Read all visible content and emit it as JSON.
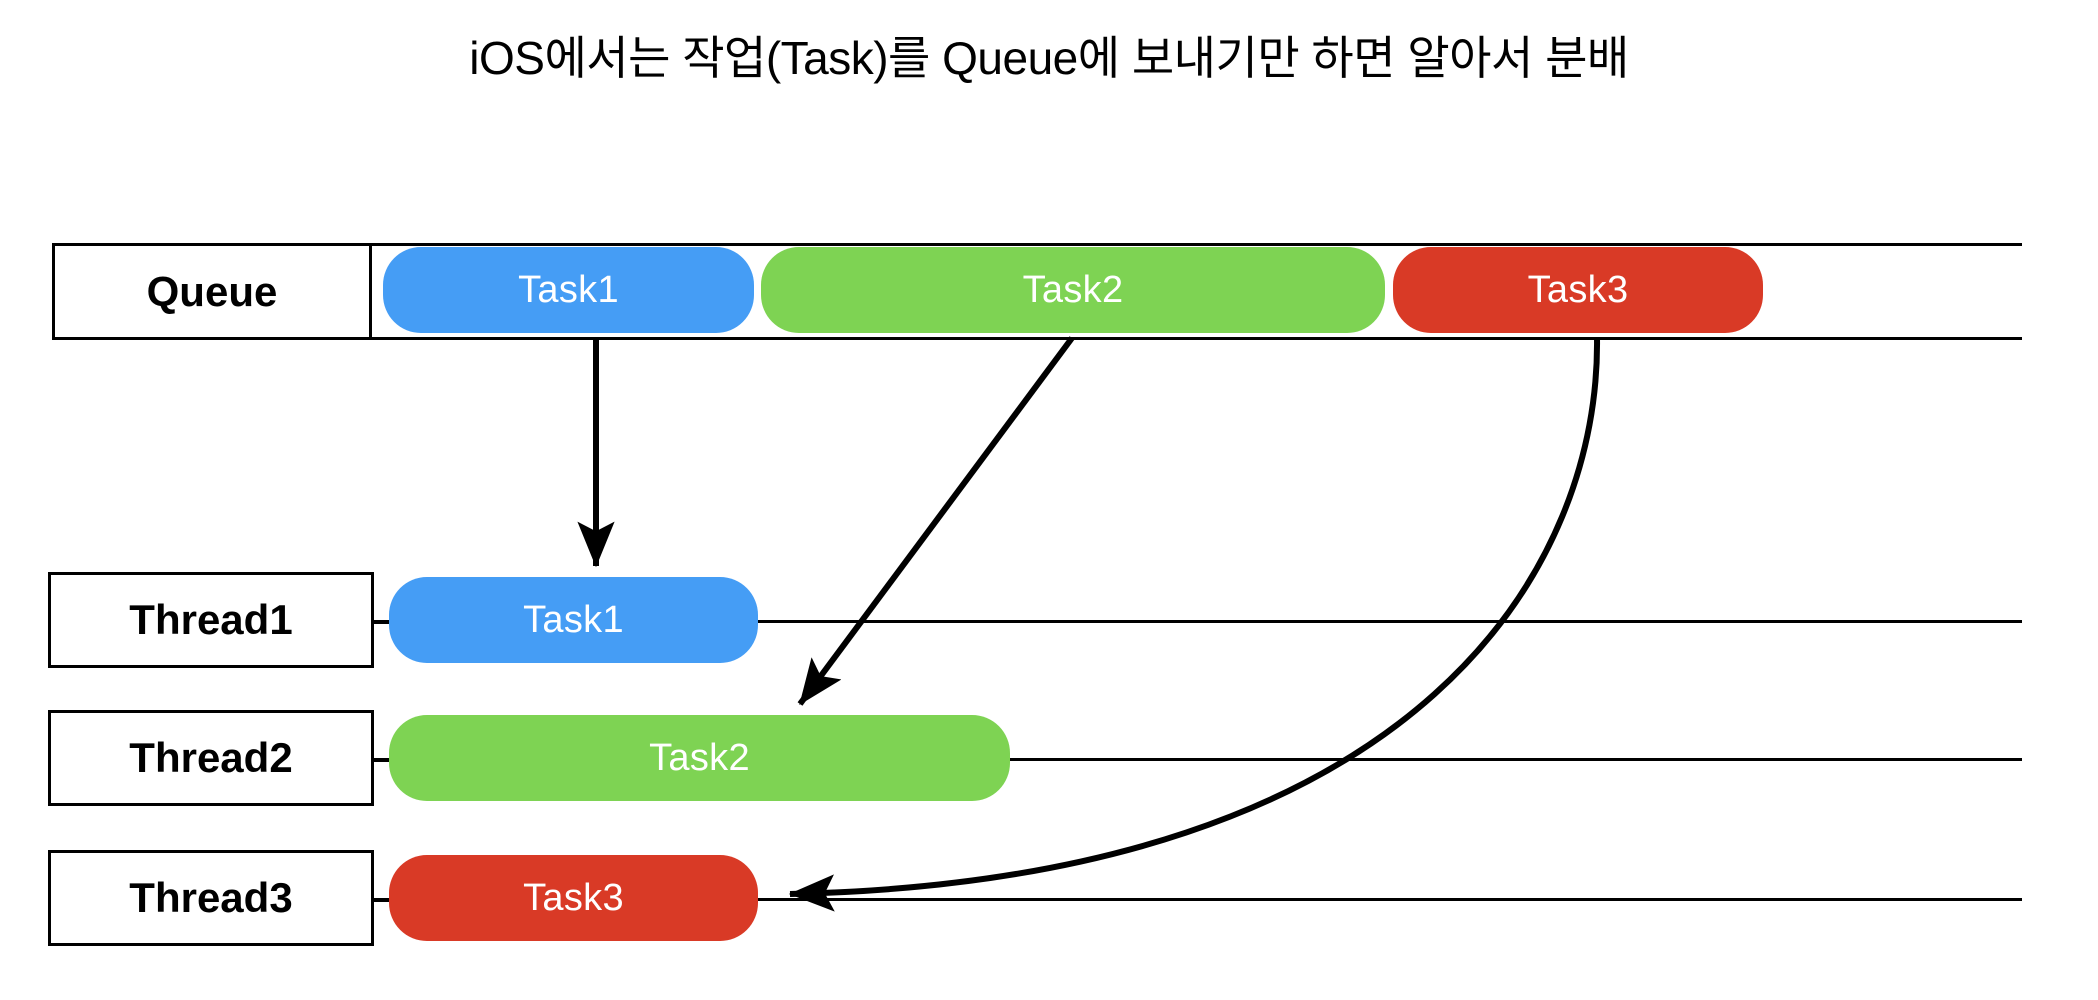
{
  "title": "iOS에서는 작업(Task)를 Queue에 보내기만 하면 알아서 분배",
  "colors": {
    "task1": "#459df5",
    "task2": "#7ed353",
    "task3": "#d93a26",
    "line": "#000000",
    "background": "#ffffff",
    "pill_text": "#ffffff",
    "label_text": "#000000"
  },
  "queue": {
    "label": "Queue",
    "tasks": [
      {
        "label": "Task1",
        "color_key": "task1"
      },
      {
        "label": "Task2",
        "color_key": "task2"
      },
      {
        "label": "Task3",
        "color_key": "task3"
      }
    ]
  },
  "threads": [
    {
      "label": "Thread1",
      "task": {
        "label": "Task1",
        "color_key": "task1"
      }
    },
    {
      "label": "Thread2",
      "task": {
        "label": "Task2",
        "color_key": "task2"
      }
    },
    {
      "label": "Thread3",
      "task": {
        "label": "Task3",
        "color_key": "task3"
      }
    }
  ],
  "arrows": [
    {
      "name": "task1-to-thread1",
      "from": "queue.Task1",
      "to": "thread1.Task1",
      "style": "straight-vertical"
    },
    {
      "name": "task2-to-thread2",
      "from": "queue.Task2",
      "to": "thread2.Task2",
      "style": "straight-diagonal"
    },
    {
      "name": "task3-to-thread3",
      "from": "queue.Task3",
      "to": "thread3.Task3",
      "style": "curved"
    }
  ]
}
